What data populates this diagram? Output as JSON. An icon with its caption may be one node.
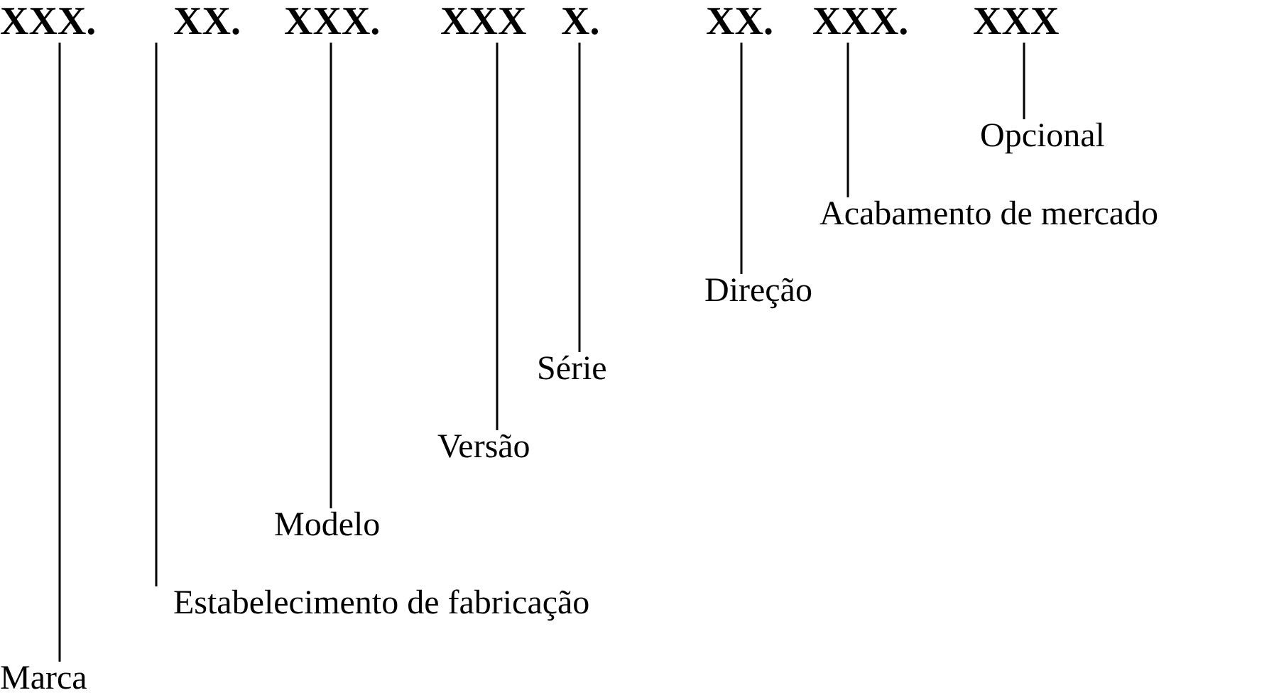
{
  "diagram": {
    "nodes": [
      {
        "text": [
          "XXX."
        ]
      },
      {
        "text": [
          "XX."
        ]
      },
      {
        "text": [
          "XXX."
        ]
      },
      {
        "text": [
          "XXX"
        ]
      },
      {
        "text": [
          "X."
        ]
      },
      {
        "text": [
          "XX."
        ]
      },
      {
        "text": [
          "XXX."
        ]
      },
      {
        "text": [
          "XXX"
        ]
      },
      {
        "text": [
          "Opcional"
        ]
      },
      {
        "text": [
          "Acabamento de mercado"
        ]
      },
      {
        "text": [
          "Direção"
        ]
      },
      {
        "text": [
          "Série"
        ]
      },
      {
        "text": [
          "Versão"
        ]
      },
      {
        "text": [
          "Modelo"
        ]
      },
      {
        "text": [
          "Estabelecimento de fabricação"
        ]
      },
      {
        "text": [
          "Marca"
        ]
      }
    ],
    "edges": [
      {
        "from": 0,
        "to": 15,
        "arrow": "none"
      },
      {
        "from": 1,
        "to": 14,
        "arrow": "none"
      },
      {
        "from": 2,
        "to": 13,
        "arrow": "none"
      },
      {
        "from": 3,
        "to": 12,
        "arrow": "none"
      },
      {
        "from": 4,
        "to": 11,
        "arrow": "none"
      },
      {
        "from": 5,
        "to": 10,
        "arrow": "none"
      },
      {
        "from": 6,
        "to": 9,
        "arrow": "none"
      },
      {
        "from": 7,
        "to": 8,
        "arrow": "none"
      }
    ]
  }
}
